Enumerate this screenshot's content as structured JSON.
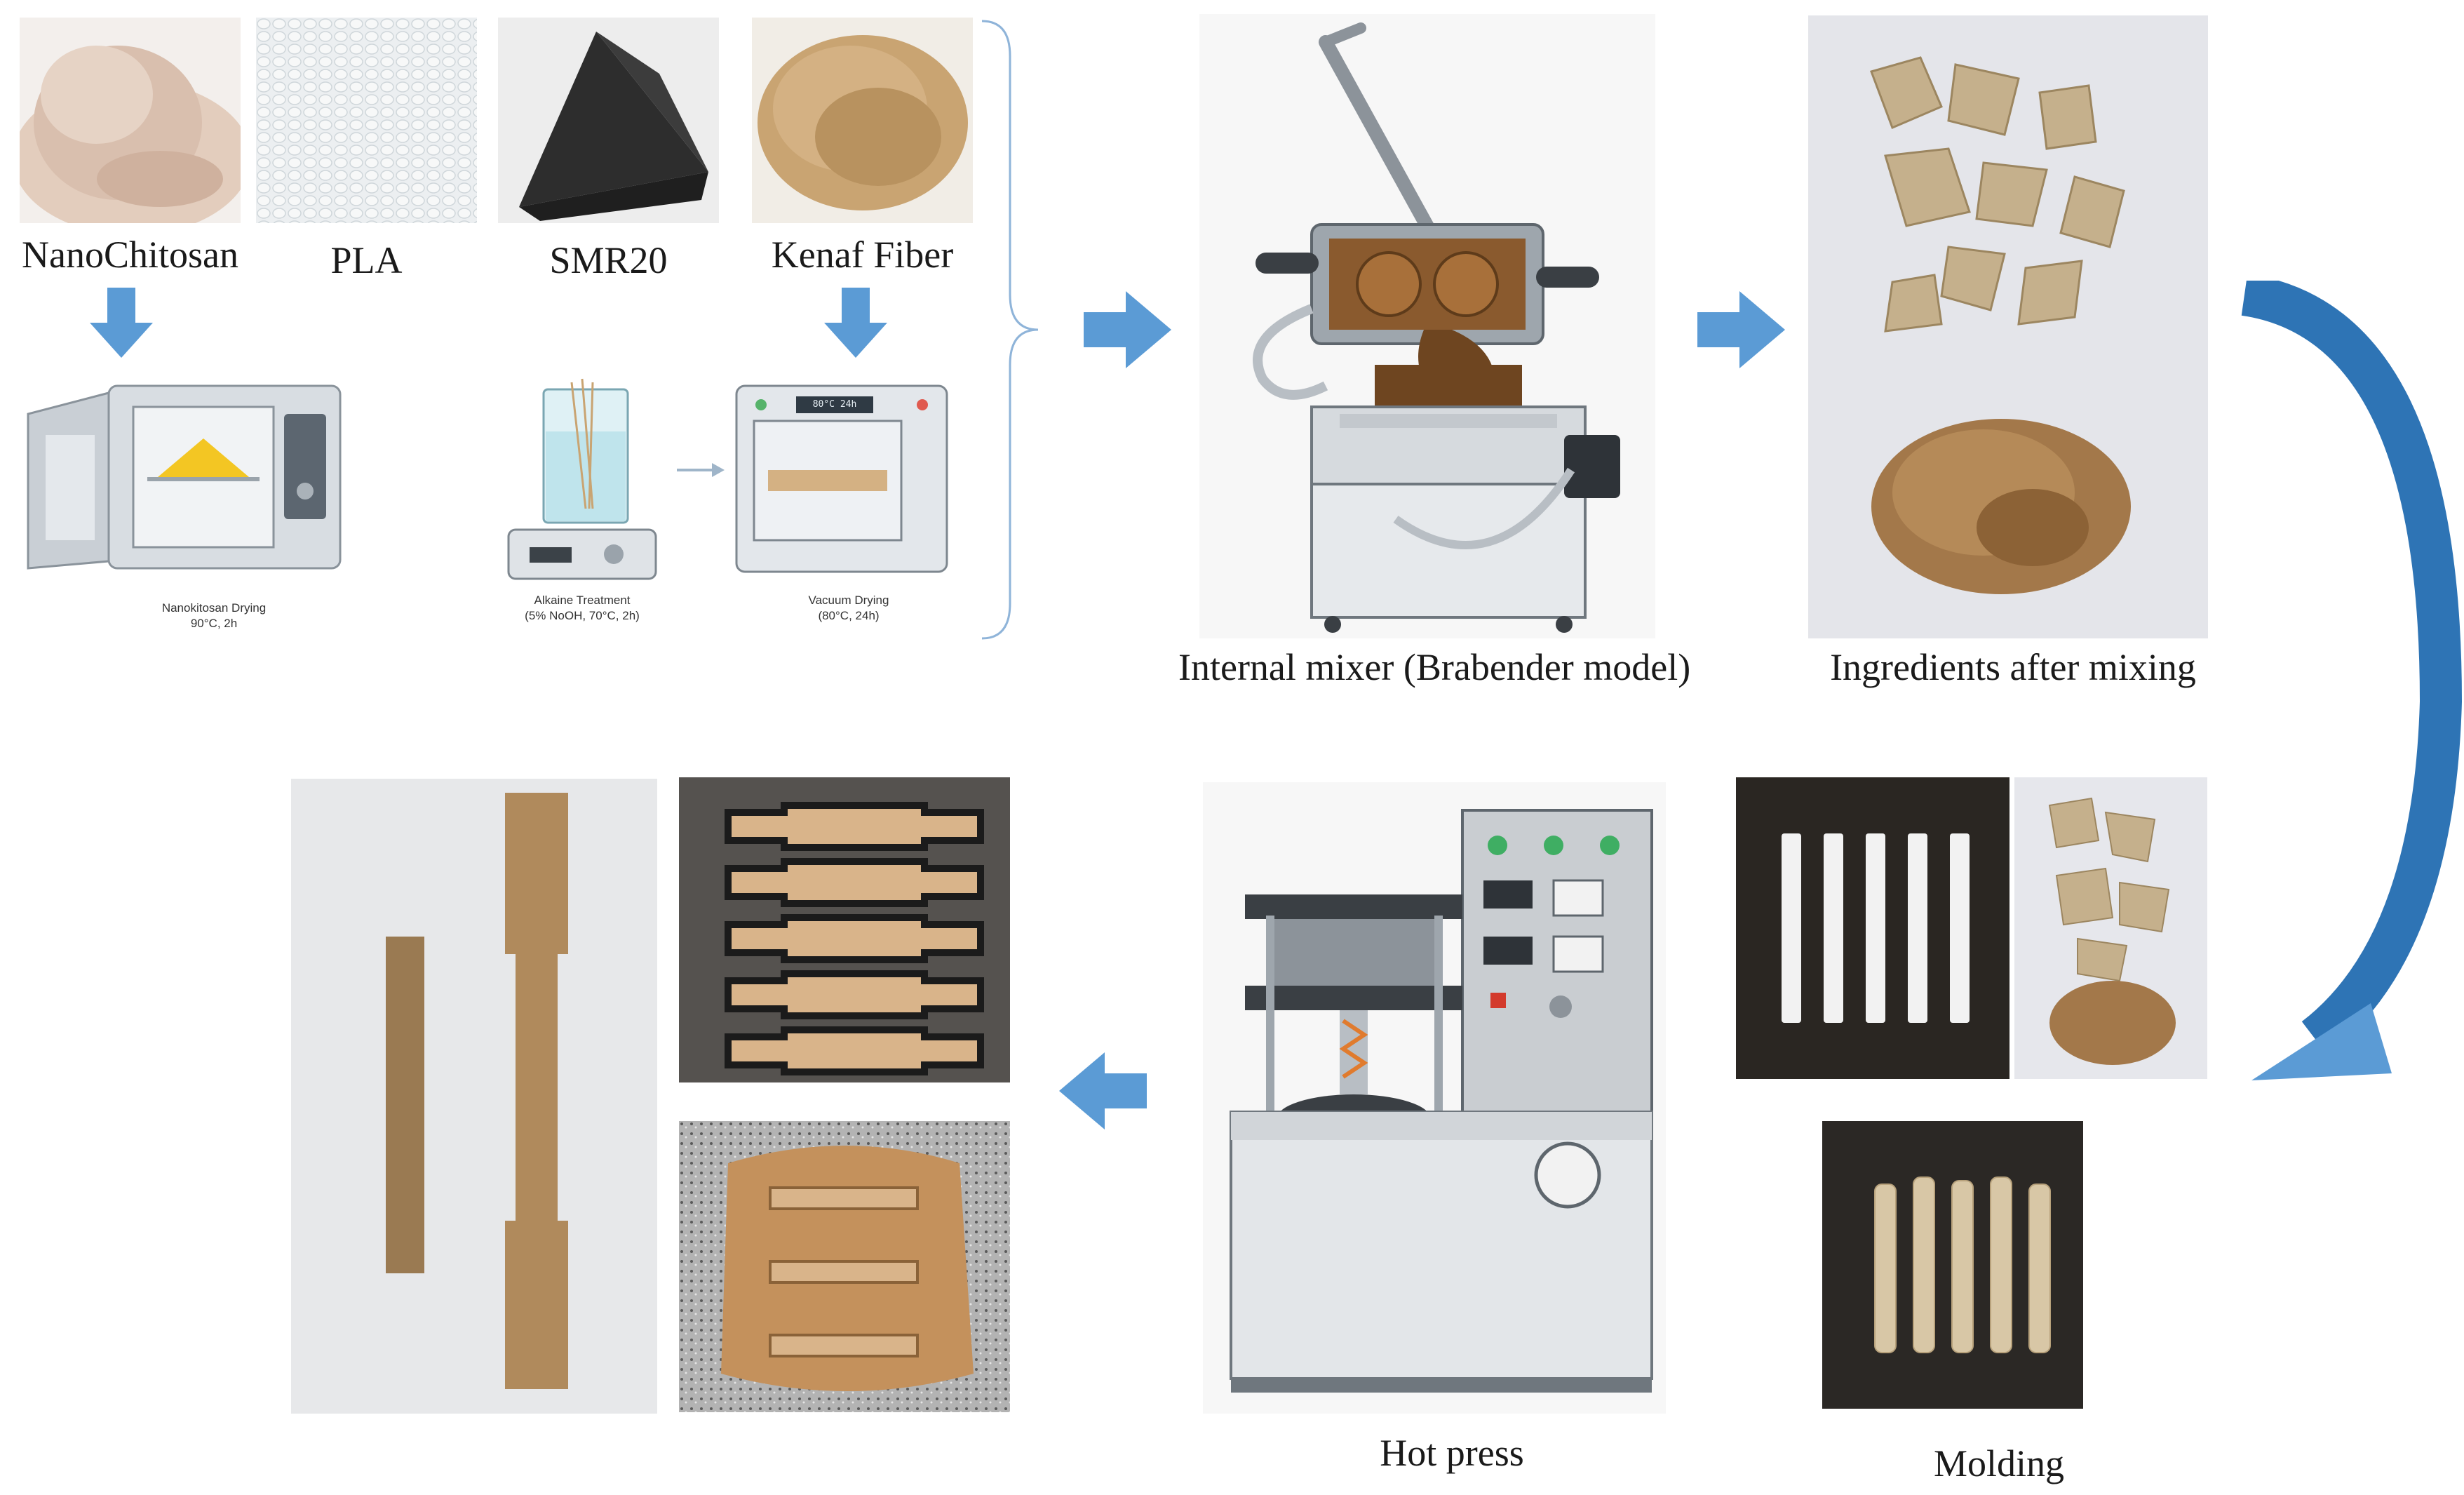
{
  "materials": {
    "nanochitosan": "NanoChitosan",
    "pla": "PLA",
    "smr20": "SMR20",
    "kenaf": "Kenaf Fiber"
  },
  "pretreatment": {
    "oven_title": "Nanokitosan Drying",
    "oven_cond": "90°C, 2h",
    "alkaline_title": "Alkaine Treatment",
    "alkaline_cond": "(5% NoOH, 70°C, 2h)",
    "vacuum_title": "Vacuum Drying",
    "vacuum_cond": "(80°C, 24h)",
    "oven_display": "80°C  24h"
  },
  "steps": {
    "mixer": "Internal mixer (Brabender model)",
    "ingredients": "Ingredients after mixing",
    "hot_press": "Hot press",
    "molding": "Molding"
  },
  "colors": {
    "arrow_blue": "#5b9bd5",
    "curve_blue": "#2e74b5",
    "bracket": "#8fb4d9",
    "kenaf": "#c9a472",
    "specimen": "#b08a5c"
  }
}
